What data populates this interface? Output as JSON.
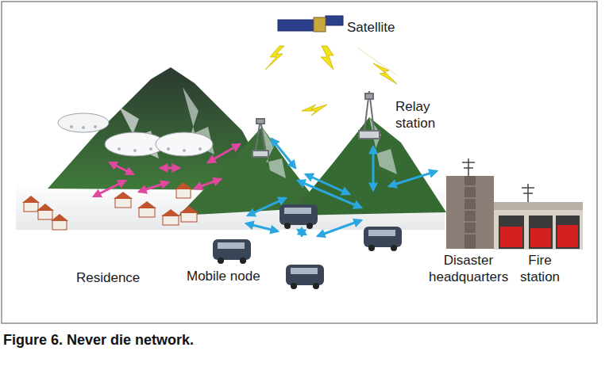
{
  "diagram": {
    "caption": "Figure 6. Never die network.",
    "labels": [
      "Satellite",
      "Relay station",
      "Residence",
      "Mobile node",
      "Disaster headquarters",
      "Fire station"
    ]
  }
}
